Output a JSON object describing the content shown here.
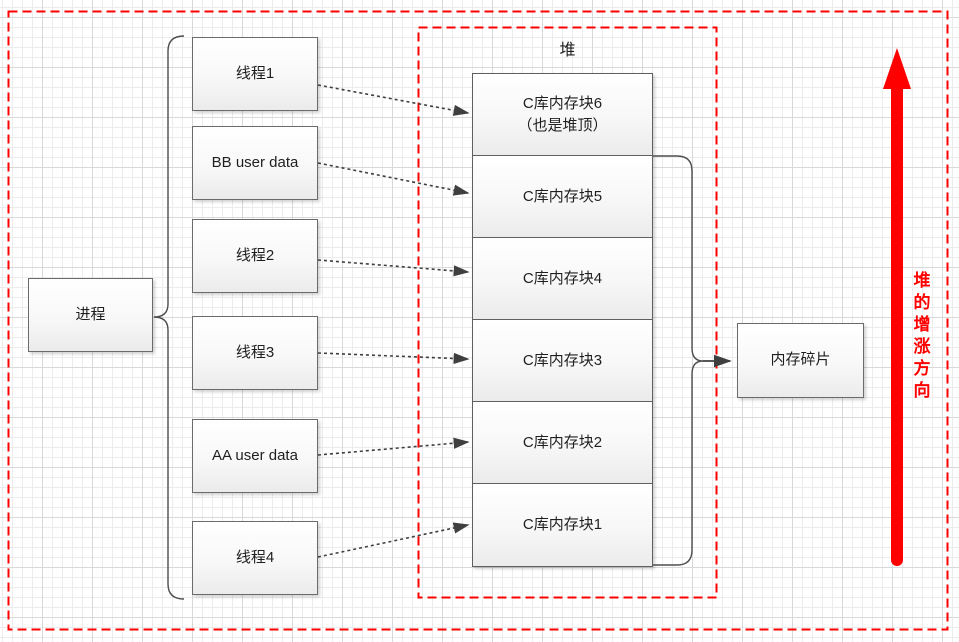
{
  "diagram": {
    "process_box": {
      "label": "进程"
    },
    "left_column": {
      "items": [
        {
          "label": "线程1"
        },
        {
          "label": "BB user data"
        },
        {
          "label": "线程2"
        },
        {
          "label": "线程3"
        },
        {
          "label": "AA user data"
        },
        {
          "label": "线程4"
        }
      ]
    },
    "heap": {
      "title": "堆",
      "blocks": [
        {
          "label": "C库内存块6",
          "sublabel": "（也是堆顶）"
        },
        {
          "label": "C库内存块5",
          "sublabel": ""
        },
        {
          "label": "C库内存块4",
          "sublabel": ""
        },
        {
          "label": "C库内存块3",
          "sublabel": ""
        },
        {
          "label": "C库内存块2",
          "sublabel": ""
        },
        {
          "label": "C库内存块1",
          "sublabel": ""
        }
      ]
    },
    "fragment_box": {
      "label": "内存碎片"
    },
    "growth_label": {
      "text": "堆的增涨方向"
    },
    "colors": {
      "accent_red": "#ff0000",
      "connector": "#3f3f3f",
      "box_border": "#6b6b6b"
    }
  }
}
